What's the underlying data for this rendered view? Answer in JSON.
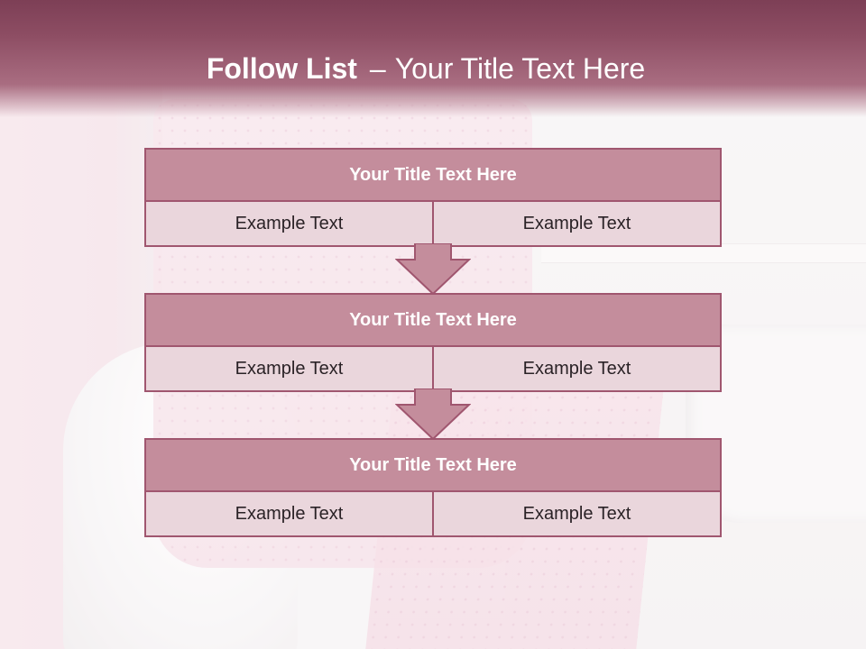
{
  "slide": {
    "title_bold": "Follow List",
    "title_separator": "–",
    "title_rest": "Your Title Text Here"
  },
  "blocks": [
    {
      "title": "Your Title Text Here",
      "left": "Example Text",
      "right": "Example Text"
    },
    {
      "title": "Your Title Text Here",
      "left": "Example Text",
      "right": "Example Text"
    },
    {
      "title": "Your Title Text Here",
      "left": "Example Text",
      "right": "Example Text"
    }
  ],
  "colors": {
    "banner": "#8d4d63",
    "block_header": "#c48d9c",
    "block_border": "#a0566f",
    "block_body": "#ead6dc",
    "arrow_fill": "#c48d9c"
  }
}
